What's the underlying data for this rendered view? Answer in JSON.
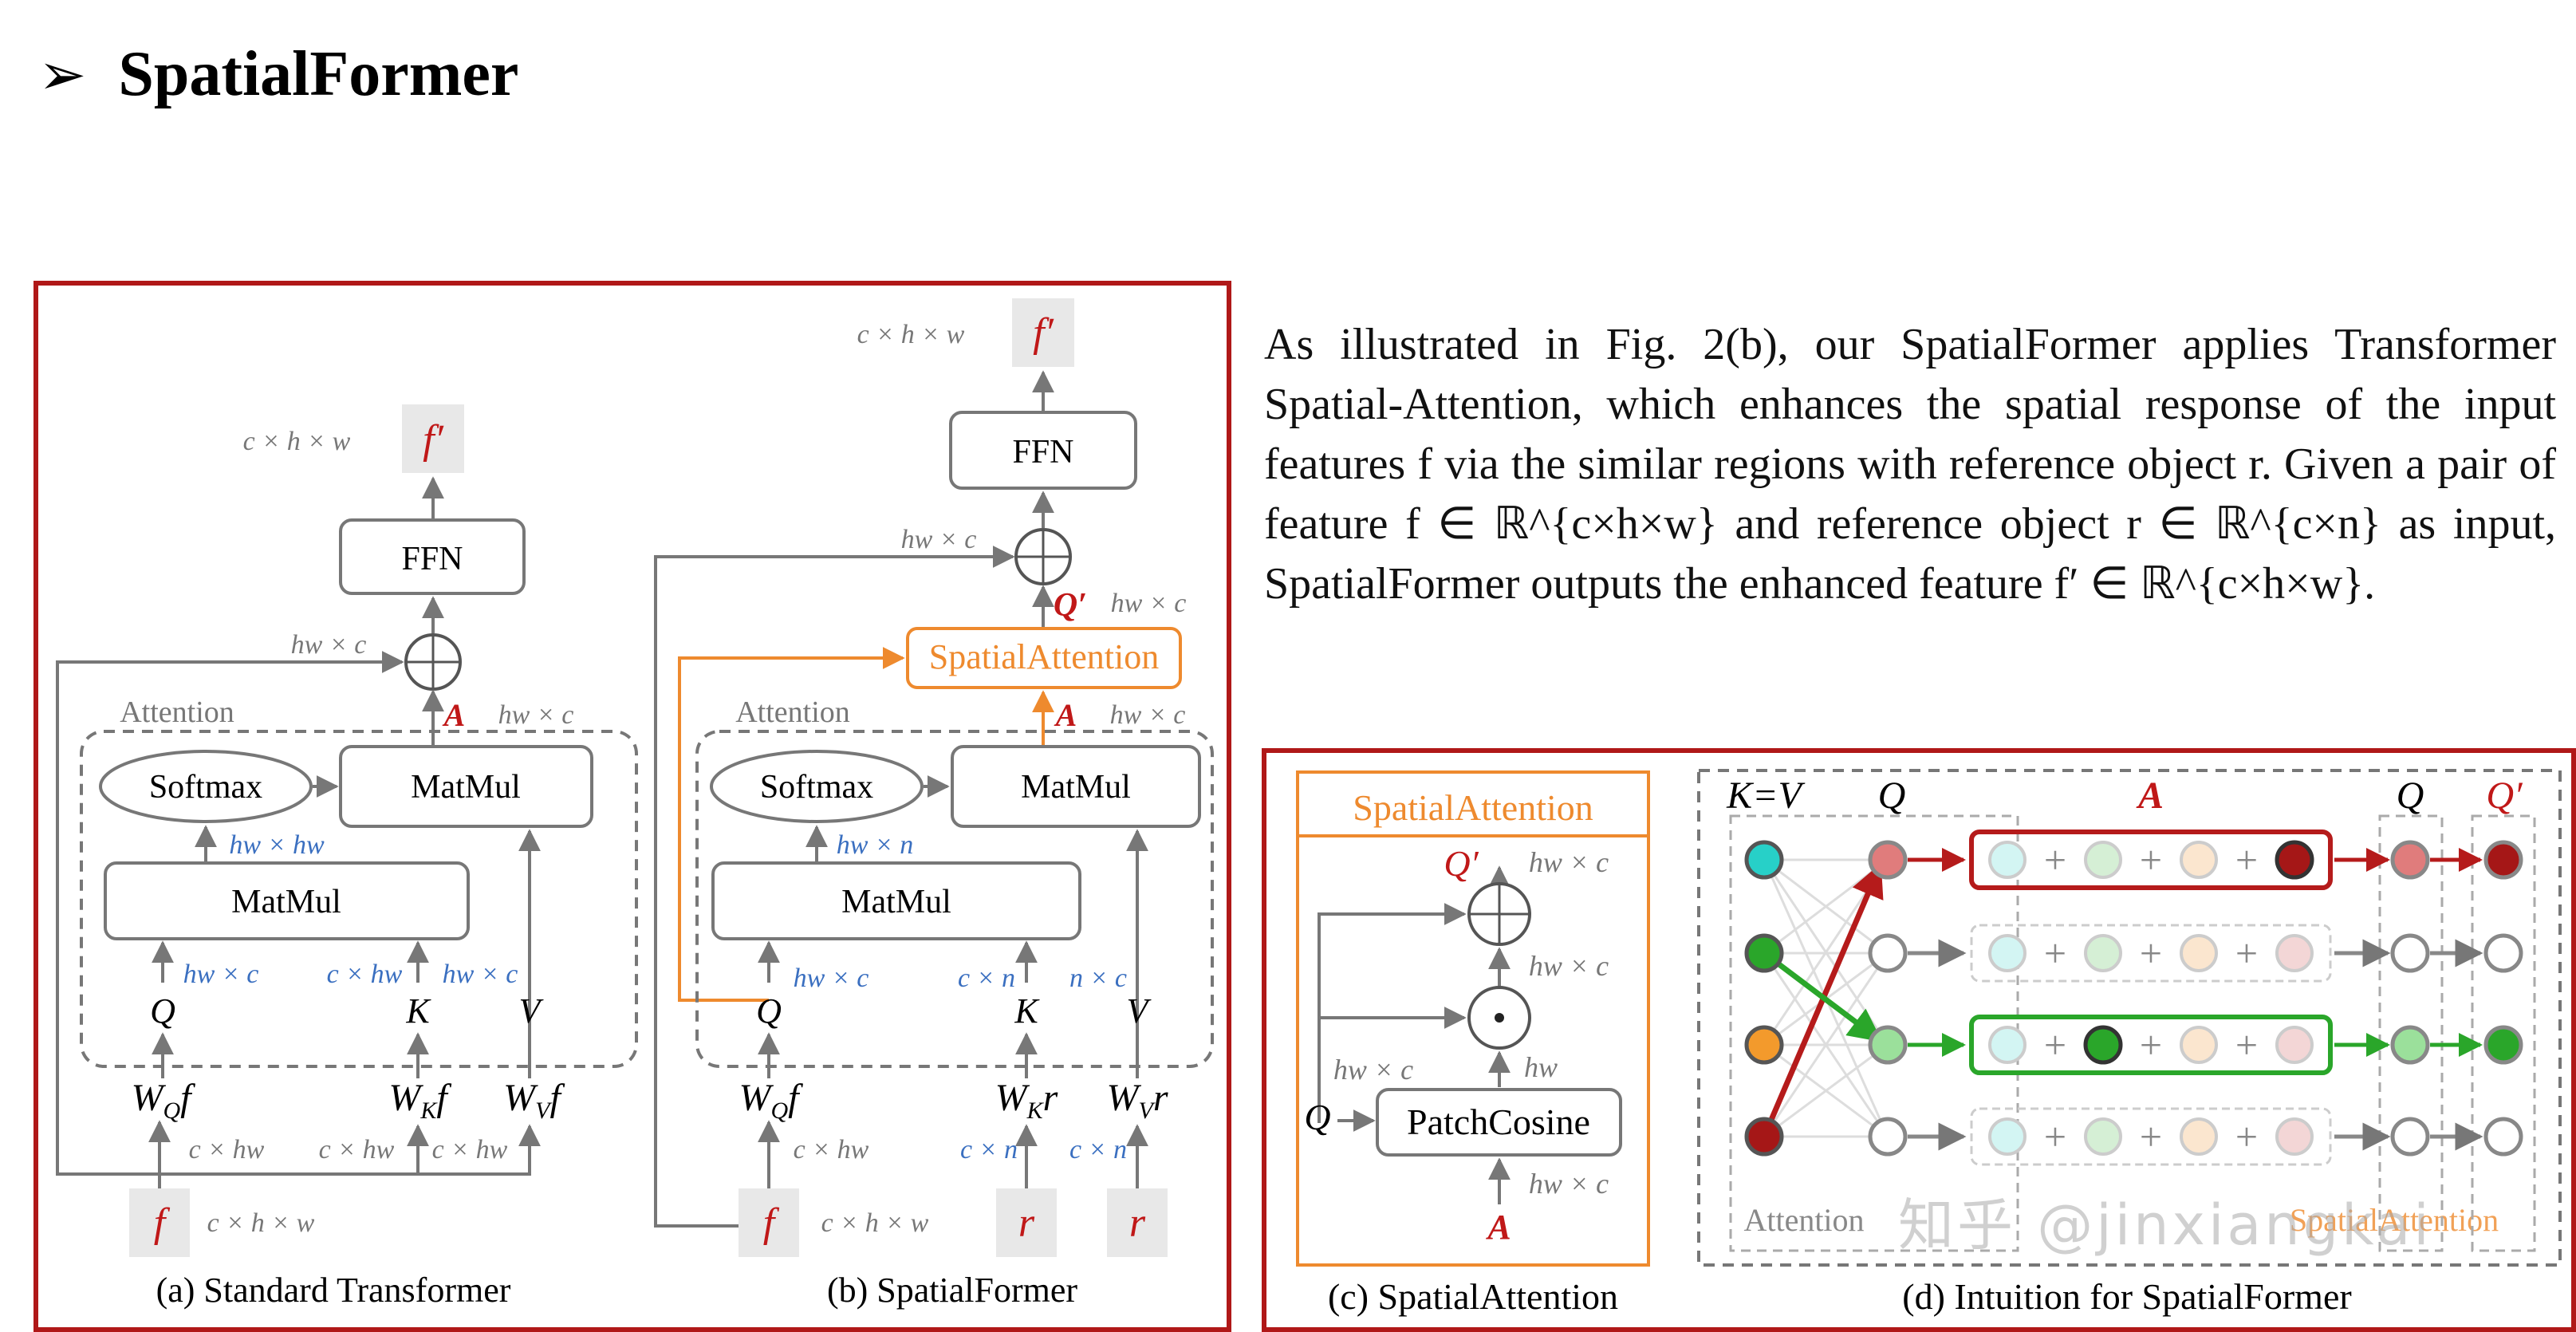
{
  "title": {
    "text": "SpatialFormer"
  },
  "paragraph": {
    "text": "As illustrated in Fig. 2(b), our SpatialFormer applies Transformer Spatial-Attention, which enhances the spatial response of the input features f via the similar regions with reference object r. Given a pair of feature f ∈ ℝ^{c×h×w} and reference object r ∈ ℝ^{c×n} as input, SpatialFormer outputs the enhanced feature f′ ∈ ℝ^{c×h×w}."
  },
  "captions": {
    "a": "(a) Standard Transformer",
    "b": "(b) SpatialFormer",
    "c": "(c) SpatialAttention",
    "d": "(d) Intuition for SpatialFormer"
  },
  "labels": {
    "ffn": "FFN",
    "softmax": "Softmax",
    "matmul": "MatMul",
    "attention": "Attention",
    "spatial_attention": "SpatialAttention",
    "patch_cosine": "PatchCosine",
    "chw": "c × h × w",
    "hwc": "hw × c",
    "hwhw": "hw × hw",
    "chw2": "c × hw",
    "hwn": "hw × n",
    "cn": "c × n",
    "nc": "n × c",
    "hw": "hw",
    "f": "f",
    "f_prime": "f′",
    "r": "r",
    "A": "A",
    "Q": "Q",
    "K": "K",
    "V": "V",
    "Q_prime": "Q′",
    "KV": "K=V",
    "WQf": "W",
    "WKf": "W",
    "WVf": "W",
    "sub_Q": "Q",
    "sub_K": "K",
    "sub_V": "V",
    "plus": "+"
  },
  "watermark": "知乎 @jinxiangkai",
  "colors": {
    "border": "#b01818",
    "orange": "#ee8a2e",
    "blue": "#3a6fc0",
    "grey": "#777777",
    "red": "#b51b1b",
    "green": "#2aa62a"
  }
}
